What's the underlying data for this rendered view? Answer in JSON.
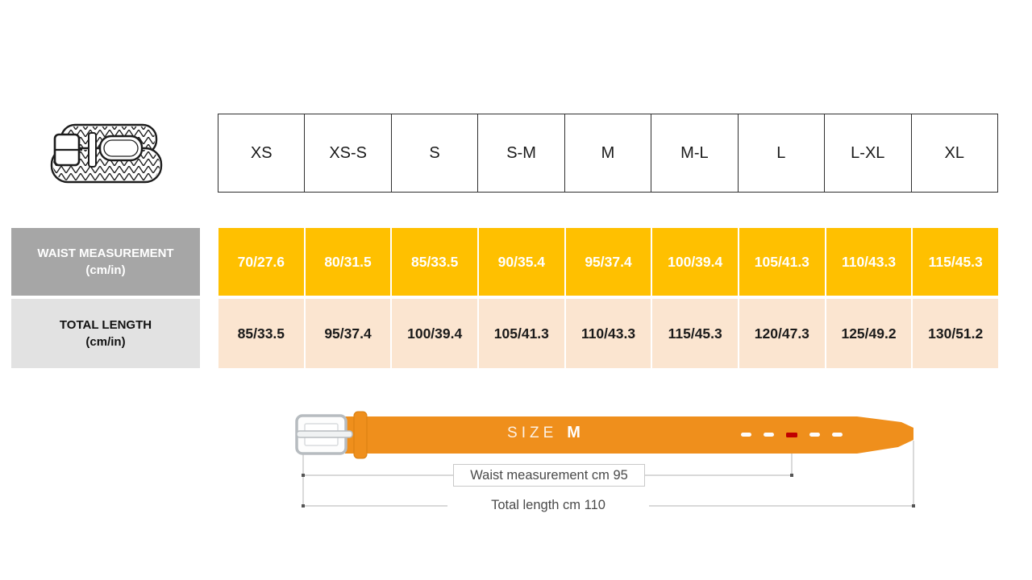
{
  "size_header": [
    "XS",
    "XS-S",
    "S",
    "S-M",
    "M",
    "M-L",
    "L",
    "L-XL",
    "XL"
  ],
  "waist": {
    "label": "WAIST MEASUREMENT",
    "unit": "(cm/in)",
    "values": [
      "70/27.6",
      "80/31.5",
      "85/33.5",
      "90/35.4",
      "95/37.4",
      "100/39.4",
      "105/41.3",
      "110/43.3",
      "115/45.3"
    ]
  },
  "total": {
    "label": "TOTAL LENGTH",
    "unit": "(cm/in)",
    "values": [
      "85/33.5",
      "95/37.4",
      "100/39.4",
      "105/41.3",
      "110/43.3",
      "115/45.3",
      "120/47.3",
      "125/49.2",
      "130/51.2"
    ]
  },
  "diagram": {
    "size_prefix": "SIZE",
    "size_value": "M",
    "waist_note": "Waist measurement cm 95",
    "total_note": "Total length cm 110"
  },
  "icons": {
    "belt_thumbnail": "braided-belt-illustration"
  },
  "colors": {
    "waist_cell": "#FFC000",
    "total_cell": "#FBE5D0",
    "waist_label_bg": "#A6A6A6",
    "total_label_bg": "#E2E2E2",
    "belt": "#EF8F1C",
    "hole_marker": "#C00000"
  },
  "chart_data": {
    "type": "table",
    "title": "Belt size chart",
    "columns": [
      "XS",
      "XS-S",
      "S",
      "S-M",
      "M",
      "M-L",
      "L",
      "L-XL",
      "XL"
    ],
    "rows": [
      {
        "label": "WAIST MEASUREMENT (cm/in)",
        "values": [
          "70/27.6",
          "80/31.5",
          "85/33.5",
          "90/35.4",
          "95/37.4",
          "100/39.4",
          "105/41.3",
          "110/43.3",
          "115/45.3"
        ]
      },
      {
        "label": "TOTAL LENGTH (cm/in)",
        "values": [
          "85/33.5",
          "95/37.4",
          "100/39.4",
          "105/41.3",
          "110/43.3",
          "115/45.3",
          "120/47.3",
          "125/49.2",
          "130/51.2"
        ]
      }
    ],
    "annotations": [
      "SIZE M",
      "Waist measurement cm 95",
      "Total length cm 110"
    ]
  }
}
